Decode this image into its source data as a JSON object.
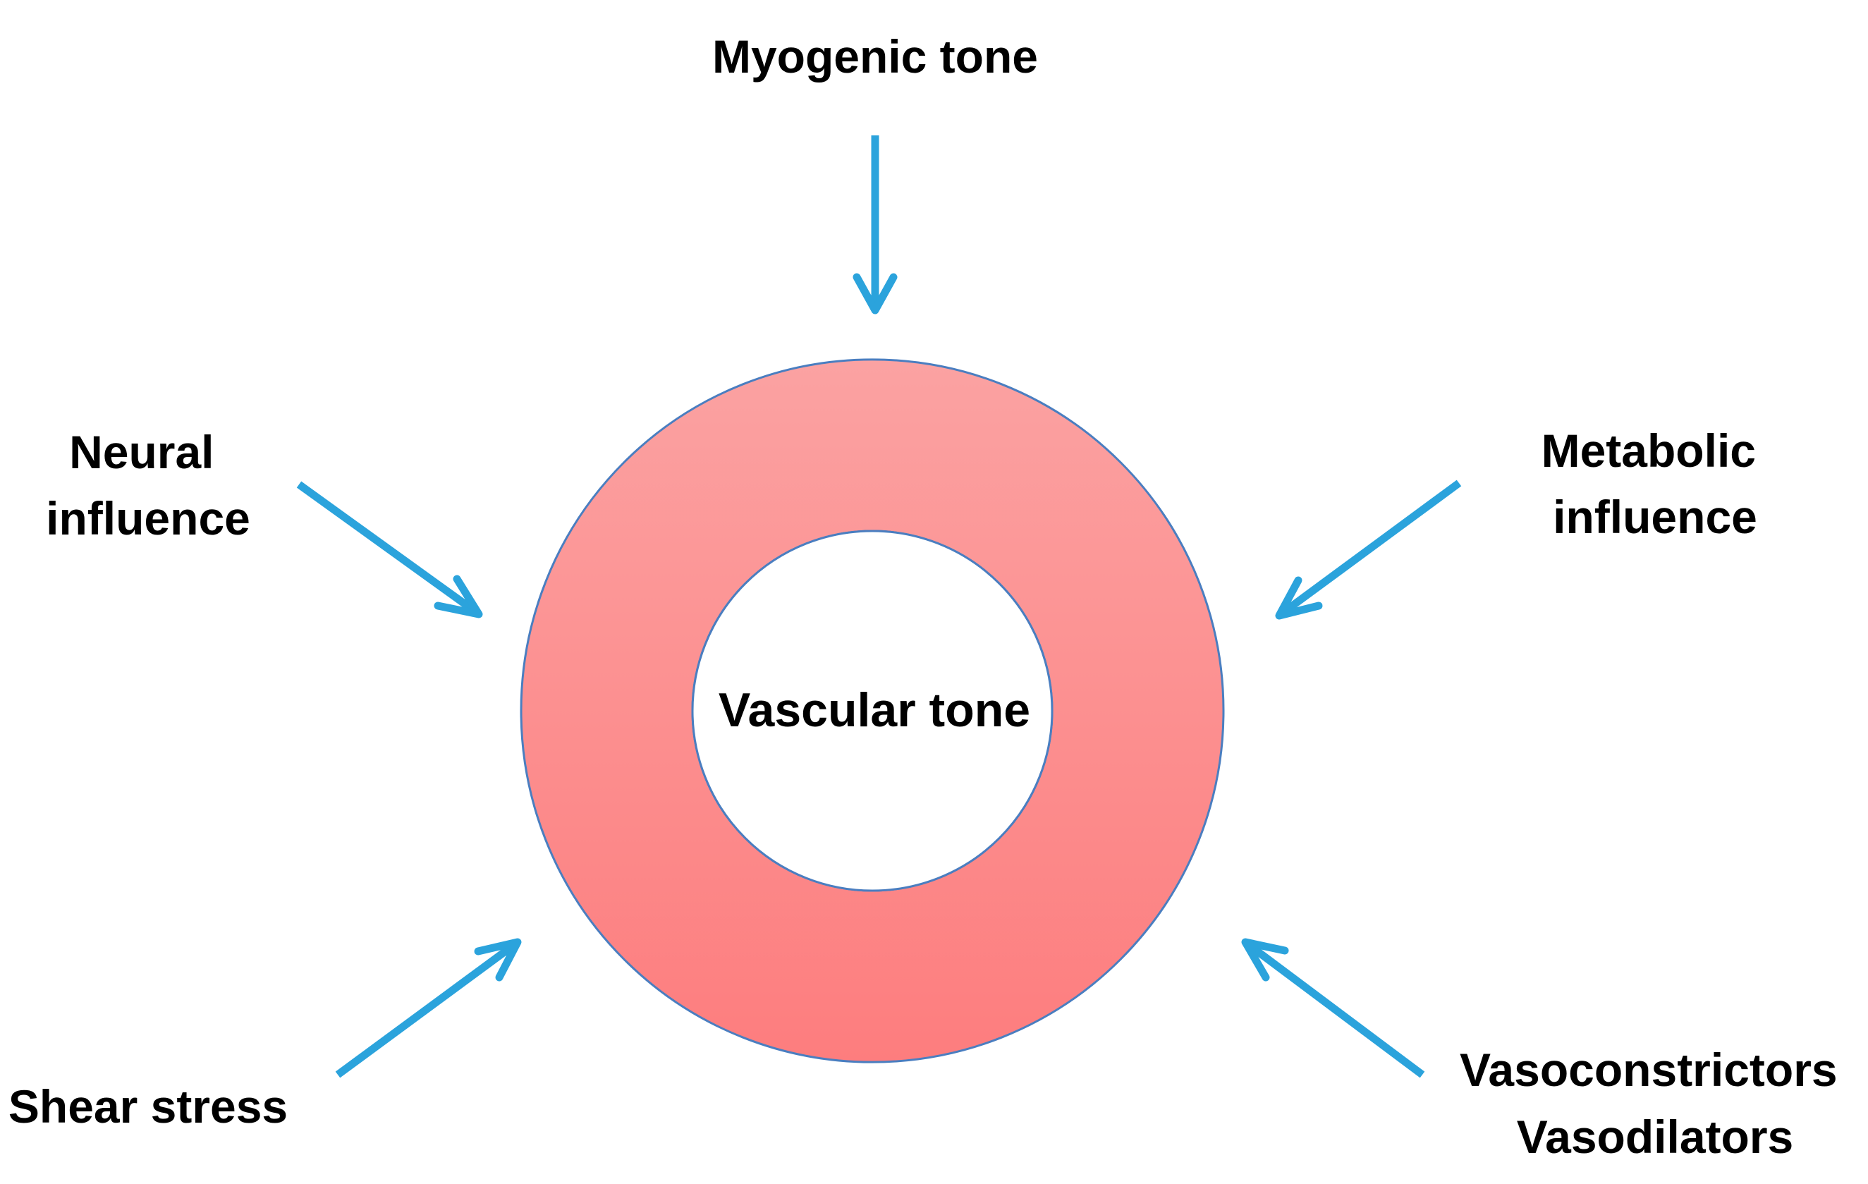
{
  "diagram": {
    "center_label": "Vascular tone",
    "influences": {
      "top": {
        "lines": [
          "Myogenic tone"
        ]
      },
      "upper_left": {
        "lines": [
          "Neural",
          "influence"
        ]
      },
      "upper_right": {
        "lines": [
          "Metabolic",
          "influence"
        ]
      },
      "lower_left": {
        "lines": [
          "Shear stress"
        ]
      },
      "lower_right": {
        "lines": [
          "Vasoconstrictors",
          "Vasodilators"
        ]
      }
    },
    "colors": {
      "ring_top": "#fba2a2",
      "ring_bottom": "#fd7d7e",
      "ring_outline": "#4a7ec0",
      "arrow": "#2ba3dc",
      "text": "#000000"
    }
  }
}
